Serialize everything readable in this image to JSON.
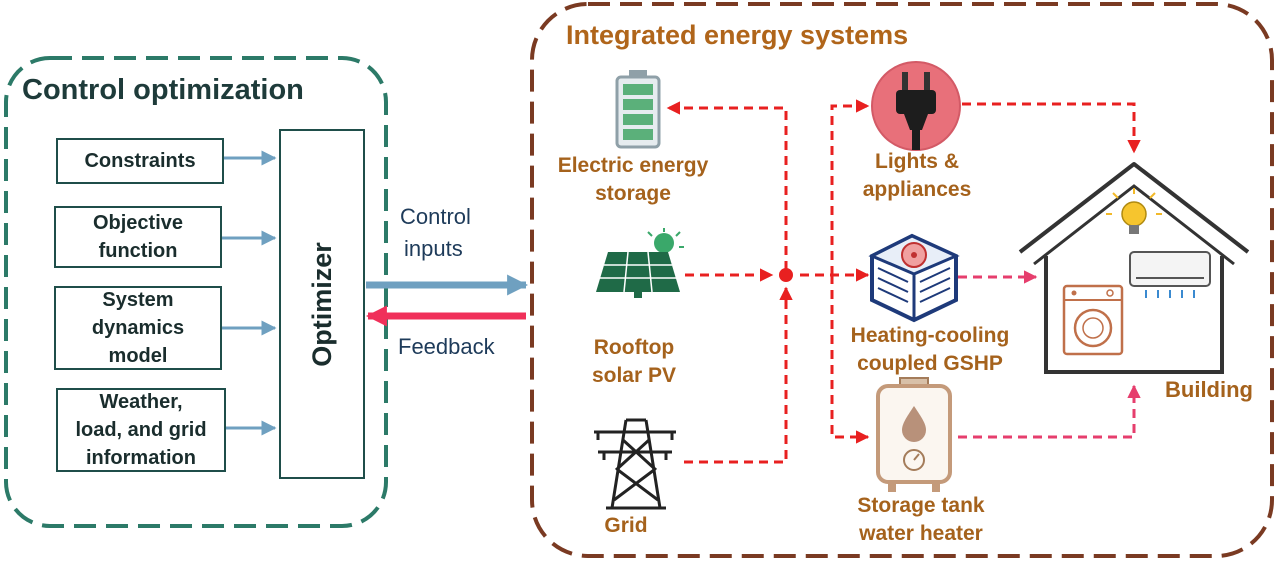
{
  "control_panel": {
    "title": "Control optimization",
    "inputs": [
      "Constraints",
      "Objective function",
      "System dynamics model",
      "Weather, load, and grid information"
    ],
    "input_lines": [
      [
        "Constraints"
      ],
      [
        "Objective",
        "function"
      ],
      [
        "System",
        "dynamics",
        "model"
      ],
      [
        "Weather,",
        "load, and grid",
        "information"
      ]
    ],
    "optimizer_label": "Optimizer"
  },
  "links": {
    "control_inputs_line1": "Control",
    "control_inputs_line2": "inputs",
    "feedback": "Feedback"
  },
  "energy_panel": {
    "title": "Integrated energy systems",
    "components": {
      "storage": {
        "lines": [
          "Electric energy",
          "storage"
        ],
        "icon": "battery-icon"
      },
      "solar": {
        "lines": [
          "Rooftop",
          "solar PV"
        ],
        "icon": "solar-panel-icon"
      },
      "grid": {
        "lines": [
          "Grid"
        ],
        "icon": "power-tower-icon"
      },
      "lights": {
        "lines": [
          "Lights &",
          "appliances"
        ],
        "icon": "plug-icon"
      },
      "gshp": {
        "lines": [
          "Heating-cooling",
          "coupled GSHP"
        ],
        "icon": "heat-pump-icon"
      },
      "water_heater": {
        "lines": [
          "Storage tank",
          "water heater"
        ],
        "icon": "water-heater-icon"
      },
      "building": {
        "lines": [
          "Building"
        ],
        "icon": "house-icon"
      }
    }
  },
  "colors": {
    "control_border": "#2c7a68",
    "energy_border": "#7a3a22",
    "control_arrow": "#6fa0c0",
    "feedback_arrow": "#f0305a",
    "flow_red": "#e82020",
    "flow_pink": "#e63e6d",
    "label_orange": "#a5621c"
  }
}
